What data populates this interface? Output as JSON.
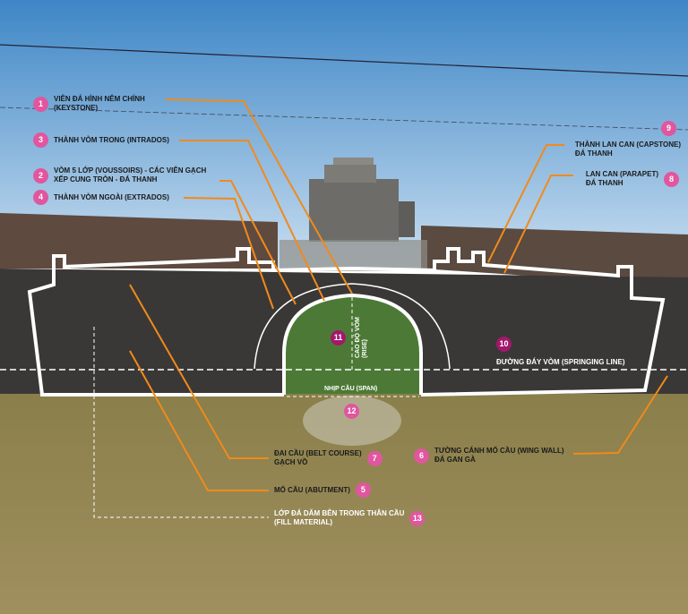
{
  "labels": {
    "l1": {
      "num": "1",
      "line1": "VIÊN ĐÁ HÌNH NÊM CHÍNH",
      "line2": "(KEYSTONE)"
    },
    "l2": {
      "num": "2",
      "line1": "VÒM 5 LỚP (VOUSSOIRS) - CÁC VIÊN GẠCH",
      "line2": "XẾP CUNG TRÒN - ĐÁ THANH"
    },
    "l3": {
      "num": "3",
      "line1": "THÀNH VÒM TRONG (INTRADOS)"
    },
    "l4": {
      "num": "4",
      "line1": "THÀNH VÒM NGOÀI (EXTRADOS)"
    },
    "l5": {
      "num": "5",
      "line1": "MỐ CẦU (ABUTMENT)"
    },
    "l6": {
      "num": "6",
      "line1": "TƯỜNG CÁNH MỐ CẦU (WING WALL)",
      "line2": "ĐÁ GAN GÀ"
    },
    "l7": {
      "num": "7",
      "line1": "ĐAI CẦU (BELT COURSE)",
      "line2": "GẠCH VỒ"
    },
    "l8": {
      "num": "8",
      "line1": "LAN CAN (PARAPET)",
      "line2": "ĐÁ THANH"
    },
    "l9": {
      "num": "9",
      "line1": "THÀNH LAN CAN (CAPSTONE)",
      "line2": "ĐÁ THANH"
    },
    "l10": {
      "num": "10",
      "line1": "ĐƯỜNG ĐÁY VÒM (SPRINGING LINE)"
    },
    "l11": {
      "num": "11",
      "line1": "CAO ĐỘ VÒM",
      "line2": "(RISE)"
    },
    "l12": {
      "num": "12",
      "line1": "NHỊP CẦU (SPAN)"
    },
    "l13": {
      "num": "13",
      "line1": "LỚP ĐÁ DĂM BÊN TRONG THÂN CẦU",
      "line2": "(FILL MATERIAL)"
    }
  },
  "colors": {
    "leader": "#f08a1c",
    "badge": "#e0569f",
    "badge_dark": "#a3186c",
    "outline": "#ffffff"
  }
}
